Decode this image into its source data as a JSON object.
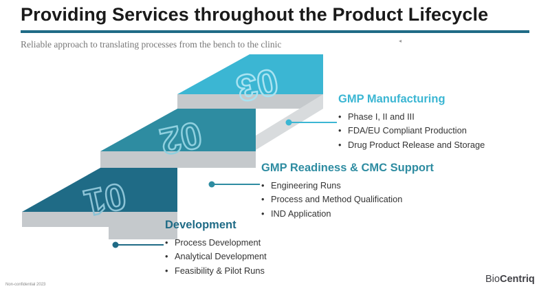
{
  "header": {
    "title": "Providing Services throughout the Product Lifecycle",
    "subtitle": "Reliable approach to translating processes from the bench to the clinic"
  },
  "colors": {
    "rule": "#1f6b86",
    "step1_top": "#1f6b86",
    "step2_top": "#2e8ca1",
    "step3_top": "#3bb6d3",
    "step_side": "#c7cbce",
    "phase1_heading": "#1f6b86",
    "phase2_heading": "#2e8ca1",
    "phase3_heading": "#3bb6d3"
  },
  "steps": [
    {
      "number": "01"
    },
    {
      "number": "02"
    },
    {
      "number": "03"
    }
  ],
  "phases": [
    {
      "heading": "Development",
      "items": [
        "Process Development",
        "Analytical Development",
        "Feasibility & Pilot Runs"
      ]
    },
    {
      "heading": "GMP Readiness & CMC Support",
      "items": [
        "Engineering Runs",
        "Process and Method Qualification",
        "IND Application"
      ]
    },
    {
      "heading": "GMP Manufacturing",
      "items": [
        "Phase I, II and III",
        "FDA/EU Compliant Production",
        "Drug Product Release and Storage"
      ]
    }
  ],
  "footer": {
    "confidential": "Non-confidential 2023"
  },
  "logo": {
    "prefix": "Bio",
    "suffix": "Centriq"
  }
}
